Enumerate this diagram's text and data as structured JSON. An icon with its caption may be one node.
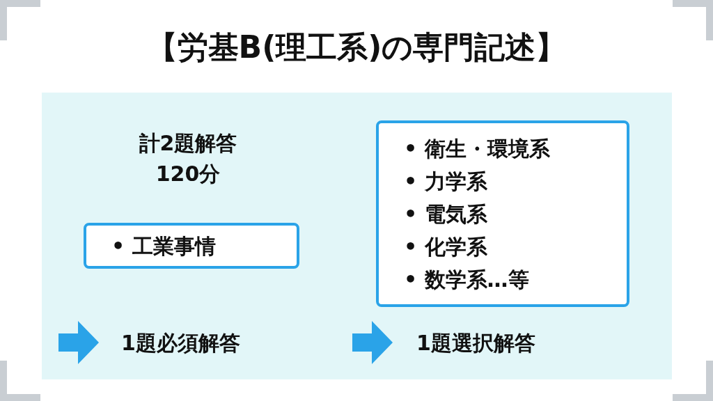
{
  "diagram": {
    "title": "【労基B(理工系)の専門記述】",
    "nodes": [
      {
        "text": [
          "• 工業事情"
        ]
      },
      {
        "text": [
          "• 衛生・環境系",
          "• 力学系",
          "• 電気系",
          "• 化学系",
          "• 数学系…等"
        ]
      }
    ],
    "edges": [],
    "labels": [
      "計2題解答",
      "120分",
      "1題必須解答",
      "1題選択解答"
    ]
  }
}
